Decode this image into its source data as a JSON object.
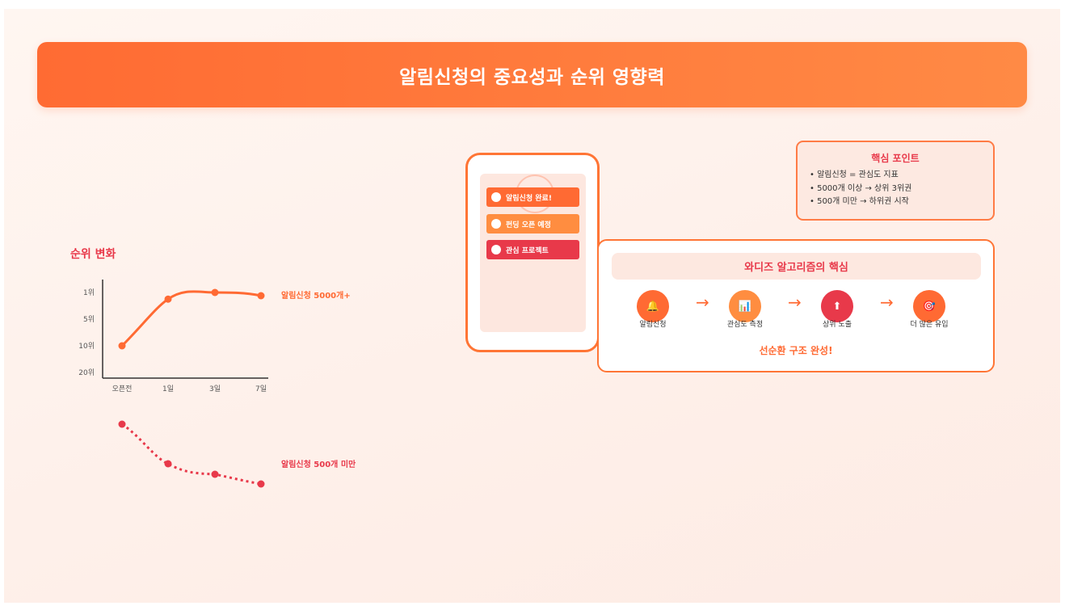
{
  "banner": {
    "title": "알림신청의 중요성과 순위 영향력"
  },
  "chart": {
    "title": "순위 변화"
  },
  "chart_data": {
    "type": "line",
    "title": "순위 변화",
    "x": [
      "오픈전",
      "1일",
      "3일",
      "7일"
    ],
    "y_ticks": [
      "1위",
      "5위",
      "10위",
      "20위"
    ],
    "y_inverted": true,
    "series": [
      {
        "name": "알림신청 5000개+",
        "values": [
          10,
          2,
          1,
          1
        ],
        "color": "#ff6a33",
        "style": "solid"
      },
      {
        "name": "알림신청 500개 미만",
        "values": [
          null,
          null,
          null,
          null
        ],
        "color": "#e8394a",
        "style": "dotted",
        "note_outside_axes": true
      }
    ],
    "series_labels": [
      "알림신청 5000개+",
      "알림신청 500개 미만"
    ]
  },
  "phone": {
    "notifications": [
      {
        "label": "알림신청 완료!"
      },
      {
        "label": "펀딩 오픈 예정"
      },
      {
        "label": "관심 프로젝트"
      }
    ]
  },
  "key_points": {
    "title": "핵심 포인트",
    "items": [
      "• 알림신청 = 관심도 지표",
      "• 5000개 이상 → 상위 3위권",
      "• 500개 미만 → 하위권 시작"
    ]
  },
  "algorithm": {
    "title": "와디즈 알고리즘의 핵심",
    "steps": [
      {
        "icon": "bell-icon",
        "glyph": "🔔",
        "label": "알림신청",
        "color": "#ff6a33"
      },
      {
        "icon": "bar-chart-icon",
        "glyph": "📊",
        "label": "관심도 측정",
        "color": "#ff8d40"
      },
      {
        "icon": "up-arrow-icon",
        "glyph": "⬆",
        "label": "상위 노출",
        "color": "#e8394a"
      },
      {
        "icon": "target-icon",
        "glyph": "🎯",
        "label": "더 많은 유입",
        "color": "#ff6a33"
      }
    ],
    "arrow": "→",
    "footer": "선순환 구조 완성!"
  }
}
